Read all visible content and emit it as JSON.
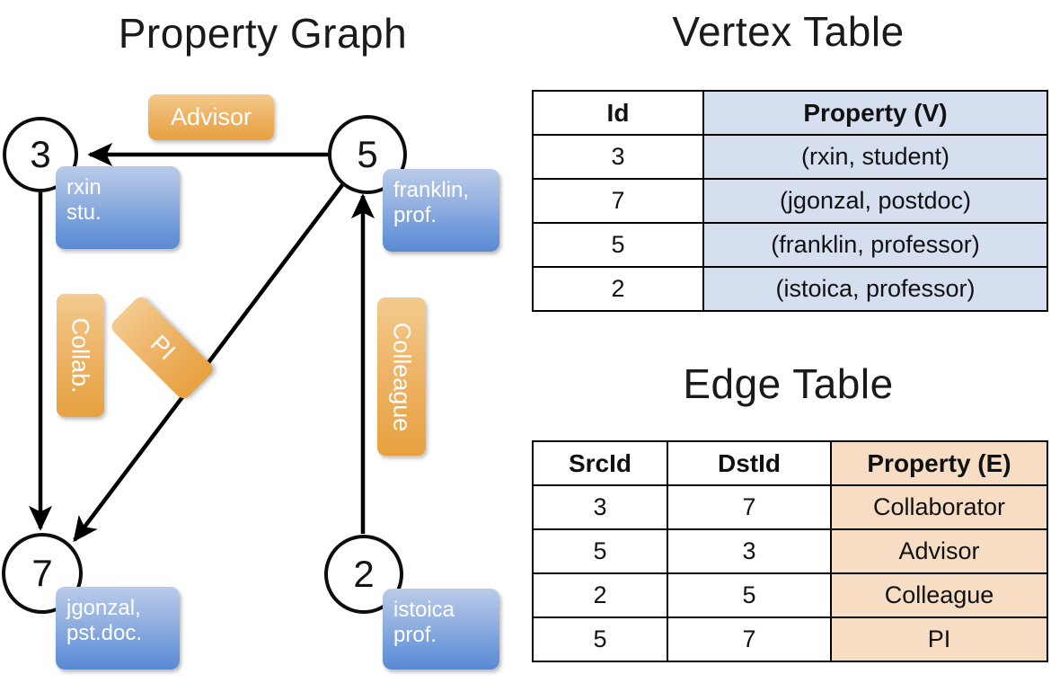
{
  "panels": {
    "graph_title": "Property Graph",
    "vertex_title": "Vertex Table",
    "edge_title": "Edge Table"
  },
  "graph": {
    "nodes": [
      {
        "id": "3",
        "property": "rxin\nstu.",
        "prop_line1": "rxin",
        "prop_line2": "stu."
      },
      {
        "id": "5",
        "property": "franklin, prof.",
        "prop_line1": "franklin,",
        "prop_line2": "prof."
      },
      {
        "id": "7",
        "property": "jgonzal, pst.doc.",
        "prop_line1": "jgonzal,",
        "prop_line2": "pst.doc."
      },
      {
        "id": "2",
        "property": "istoica prof.",
        "prop_line1": "istoica",
        "prop_line2": "prof."
      }
    ],
    "edge_labels": [
      {
        "text": "Advisor",
        "from": "5",
        "to": "3"
      },
      {
        "text": "Collab.",
        "from": "3",
        "to": "7"
      },
      {
        "text": "PI",
        "from": "5",
        "to": "7"
      },
      {
        "text": "Colleague",
        "from": "2",
        "to": "5"
      }
    ]
  },
  "vertex_table": {
    "headers": [
      "Id",
      "Property (V)"
    ],
    "rows": [
      {
        "id": "3",
        "property": "(rxin, student)"
      },
      {
        "id": "7",
        "property": "(jgonzal, postdoc)"
      },
      {
        "id": "5",
        "property": "(franklin, professor)"
      },
      {
        "id": "2",
        "property": "(istoica, professor)"
      }
    ]
  },
  "edge_table": {
    "headers": [
      "SrcId",
      "DstId",
      "Property (E)"
    ],
    "rows": [
      {
        "src": "3",
        "dst": "7",
        "property": "Collaborator"
      },
      {
        "src": "5",
        "dst": "3",
        "property": "Advisor"
      },
      {
        "src": "2",
        "dst": "5",
        "property": "Colleague"
      },
      {
        "src": "5",
        "dst": "7",
        "property": "PI"
      }
    ]
  },
  "colors": {
    "node_stroke": "#0d0d0d",
    "vertex_prop_fill": "#d5dff0",
    "edge_prop_fill": "#f6ddc3",
    "callout_blue": "#6f9ada",
    "chip_orange": "#eeb468",
    "background": "#ffffff"
  }
}
